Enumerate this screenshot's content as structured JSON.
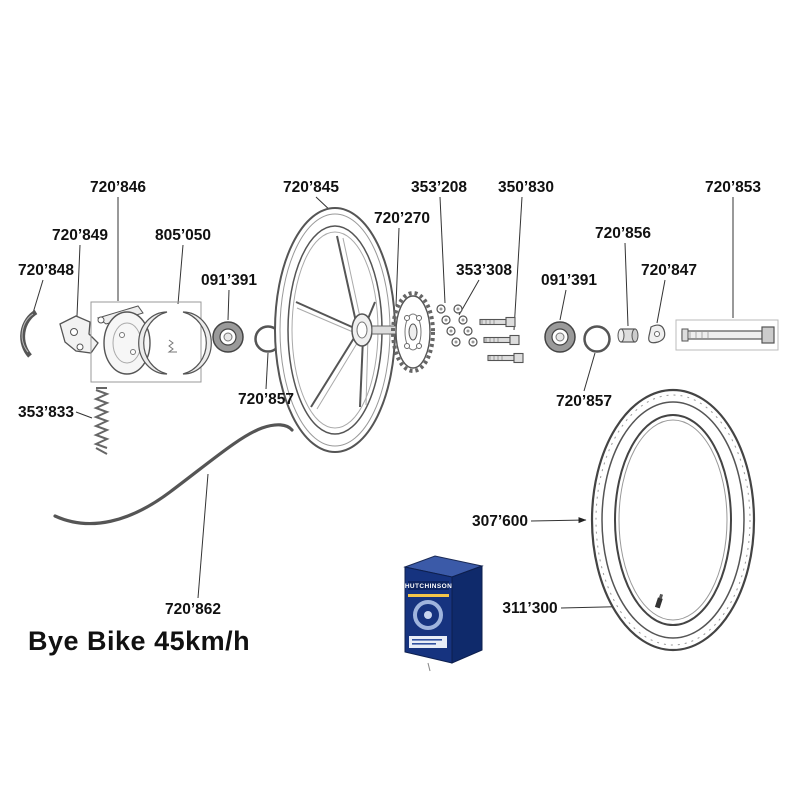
{
  "title": "Bye Bike 45km/h",
  "labels": [
    {
      "text": "720’846"
    },
    {
      "text": "720’849"
    },
    {
      "text": "805’050"
    },
    {
      "text": "720’848"
    },
    {
      "text": "091’391"
    },
    {
      "text": "720’845"
    },
    {
      "text": "720’270"
    },
    {
      "text": "353’208"
    },
    {
      "text": "350’830"
    },
    {
      "text": "353’308"
    },
    {
      "text": "091’391"
    },
    {
      "text": "720’856"
    },
    {
      "text": "720’847"
    },
    {
      "text": "720’853"
    },
    {
      "text": "720’857"
    },
    {
      "text": "720’857"
    },
    {
      "text": "353’833"
    },
    {
      "text": "720’862"
    },
    {
      "text": "307’600"
    },
    {
      "text": "311’300"
    }
  ],
  "box": {
    "brand": "HUTCHINSON"
  },
  "colors": {
    "line": "#4a4a4a",
    "label_text": "#111111",
    "box_front": "#16337f",
    "box_side": "#0f2a6b",
    "box_top": "#3b5aa8",
    "box_accent": "#f5c64a"
  }
}
